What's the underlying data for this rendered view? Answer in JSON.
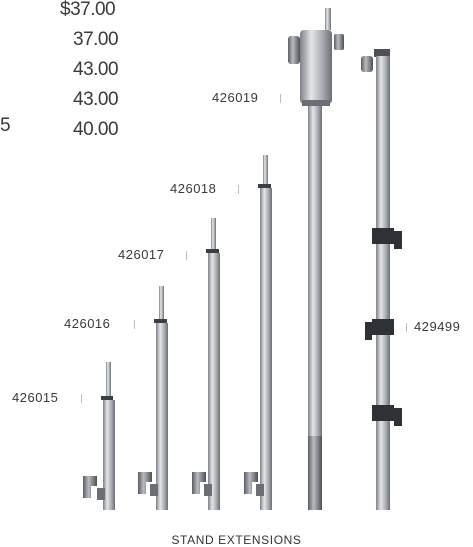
{
  "prices": [
    "$37.00",
    "37.00",
    "43.00",
    "43.00",
    "40.00"
  ],
  "left_fragment": "5",
  "products": [
    {
      "code": "426015"
    },
    {
      "code": "426016"
    },
    {
      "code": "426017"
    },
    {
      "code": "426018"
    },
    {
      "code": "426019"
    },
    {
      "code": "429499"
    }
  ],
  "caption": "STAND EXTENSIONS",
  "colors": {
    "metal_light": "#d9dbde",
    "metal_mid": "#a7abb0",
    "metal_dark": "#5d6166",
    "clamp": "#2e3236"
  }
}
